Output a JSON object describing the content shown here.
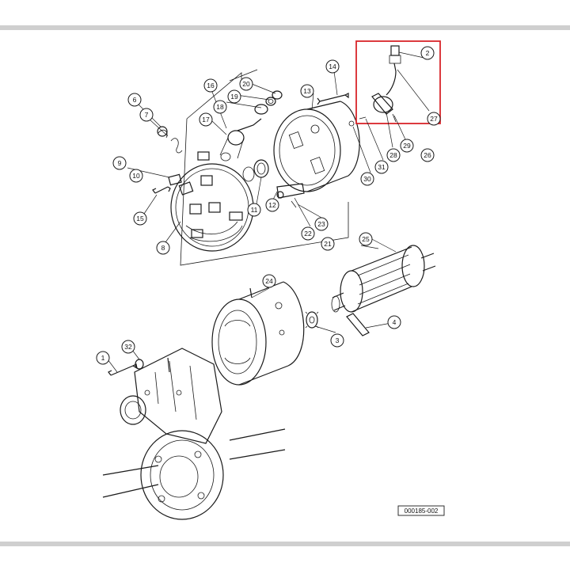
{
  "colors": {
    "frame_band": "#cfcfcf",
    "line": "#1a1a1a",
    "highlight": "#d9252a"
  },
  "drawing_code": "000185-002",
  "callouts": [
    "1",
    "2",
    "3",
    "4",
    "6",
    "7",
    "8",
    "9",
    "10",
    "11",
    "12",
    "13",
    "14",
    "15",
    "16",
    "17",
    "18",
    "19",
    "20",
    "21",
    "22",
    "23",
    "24",
    "25",
    "26",
    "27",
    "28",
    "29",
    "30",
    "31",
    "32"
  ]
}
